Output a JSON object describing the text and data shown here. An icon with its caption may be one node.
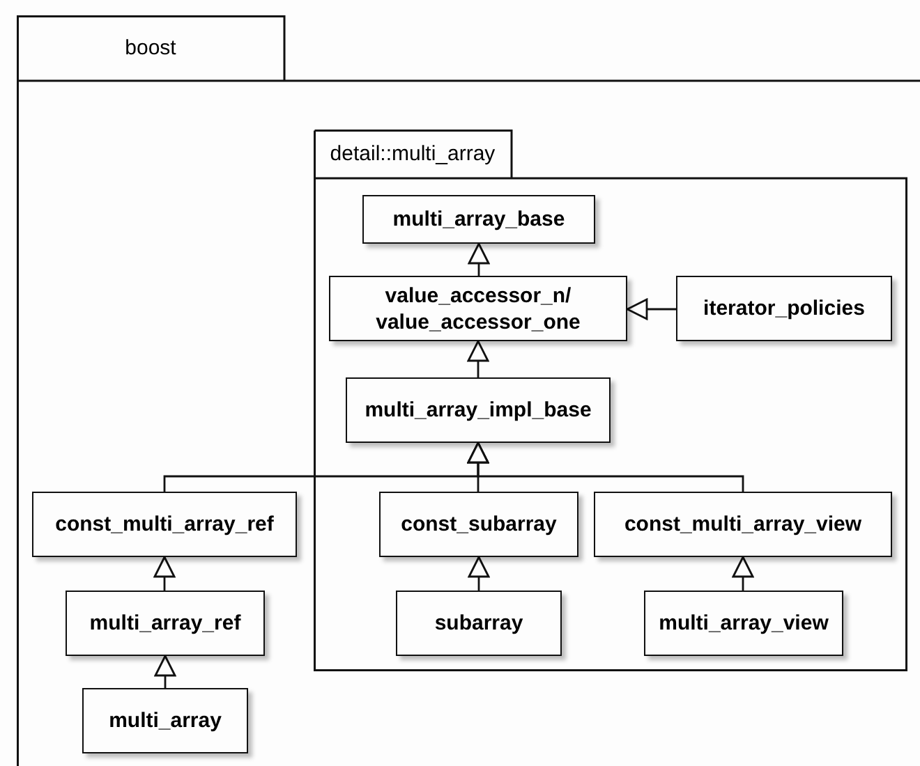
{
  "diagram": {
    "nodes": [
      {
        "text": [
          "boost"
        ]
      },
      {
        "text": [
          "detail::multi_array"
        ],
        "in": 0
      },
      {
        "text": [
          "multi_array_base"
        ],
        "in": 1
      },
      {
        "text": [
          "value_accessor_n/ value_accessor_one"
        ],
        "in": 1
      },
      {
        "text": [
          "iterator_policies"
        ],
        "in": 1
      },
      {
        "text": [
          "multi_array_impl_base"
        ],
        "in": 1
      },
      {
        "text": [
          "const_multi_array_ref"
        ],
        "in": 0
      },
      {
        "text": [
          "const_subarray"
        ],
        "in": 1
      },
      {
        "text": [
          "const_multi_array_view"
        ],
        "in": 1
      },
      {
        "text": [
          "multi_array_ref"
        ],
        "in": 0
      },
      {
        "text": [
          "subarray"
        ],
        "in": 1
      },
      {
        "text": [
          "multi_array_view"
        ],
        "in": 1
      },
      {
        "text": [
          "multi_array"
        ],
        "in": 0
      }
    ],
    "edges": [
      {
        "from": 3,
        "to": 2,
        "arrow": "to"
      },
      {
        "from": 4,
        "to": 3,
        "arrow": "to"
      },
      {
        "from": 5,
        "to": 3,
        "arrow": "to"
      },
      {
        "from": 6,
        "to": 5,
        "arrow": "to"
      },
      {
        "from": 7,
        "to": 5,
        "arrow": "to"
      },
      {
        "from": 8,
        "to": 5,
        "arrow": "to"
      },
      {
        "from": 9,
        "to": 6,
        "arrow": "to"
      },
      {
        "from": 10,
        "to": 7,
        "arrow": "to"
      },
      {
        "from": 11,
        "to": 8,
        "arrow": "to"
      },
      {
        "from": 12,
        "to": 9,
        "arrow": "to"
      }
    ]
  }
}
